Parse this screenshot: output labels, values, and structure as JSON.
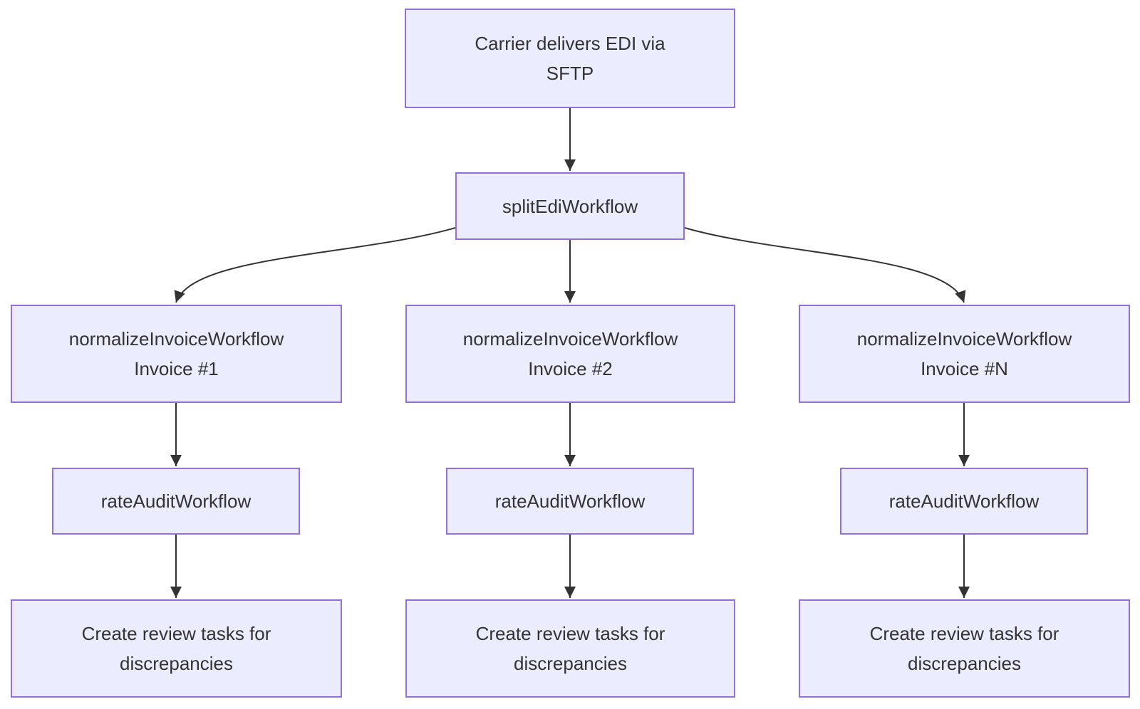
{
  "diagram": {
    "type": "flowchart",
    "direction": "top-down",
    "colors": {
      "node_fill": "#ECECFF",
      "node_border": "#9370DB",
      "edge": "#333333",
      "text": "#333333",
      "background": "#ffffff"
    },
    "nodes": {
      "carrier": {
        "line1": "Carrier delivers EDI via",
        "line2": "SFTP"
      },
      "split_edi": {
        "line1": "splitEdiWorkflow"
      },
      "normalize_1": {
        "line1": "normalizeInvoiceWorkflow",
        "line2": "Invoice #1"
      },
      "normalize_2": {
        "line1": "normalizeInvoiceWorkflow",
        "line2": "Invoice #2"
      },
      "normalize_n": {
        "line1": "normalizeInvoiceWorkflow",
        "line2": "Invoice #N"
      },
      "rate_audit_1": {
        "line1": "rateAuditWorkflow"
      },
      "rate_audit_2": {
        "line1": "rateAuditWorkflow"
      },
      "rate_audit_n": {
        "line1": "rateAuditWorkflow"
      },
      "review_1": {
        "line1": "Create review tasks for",
        "line2": "discrepancies"
      },
      "review_2": {
        "line1": "Create review tasks for",
        "line2": "discrepancies"
      },
      "review_n": {
        "line1": "Create review tasks for",
        "line2": "discrepancies"
      }
    },
    "edges": [
      {
        "from": "carrier",
        "to": "split_edi"
      },
      {
        "from": "split_edi",
        "to": "normalize_1"
      },
      {
        "from": "split_edi",
        "to": "normalize_2"
      },
      {
        "from": "split_edi",
        "to": "normalize_n"
      },
      {
        "from": "normalize_1",
        "to": "rate_audit_1"
      },
      {
        "from": "normalize_2",
        "to": "rate_audit_2"
      },
      {
        "from": "normalize_n",
        "to": "rate_audit_n"
      },
      {
        "from": "rate_audit_1",
        "to": "review_1"
      },
      {
        "from": "rate_audit_2",
        "to": "review_2"
      },
      {
        "from": "rate_audit_n",
        "to": "review_n"
      }
    ]
  }
}
